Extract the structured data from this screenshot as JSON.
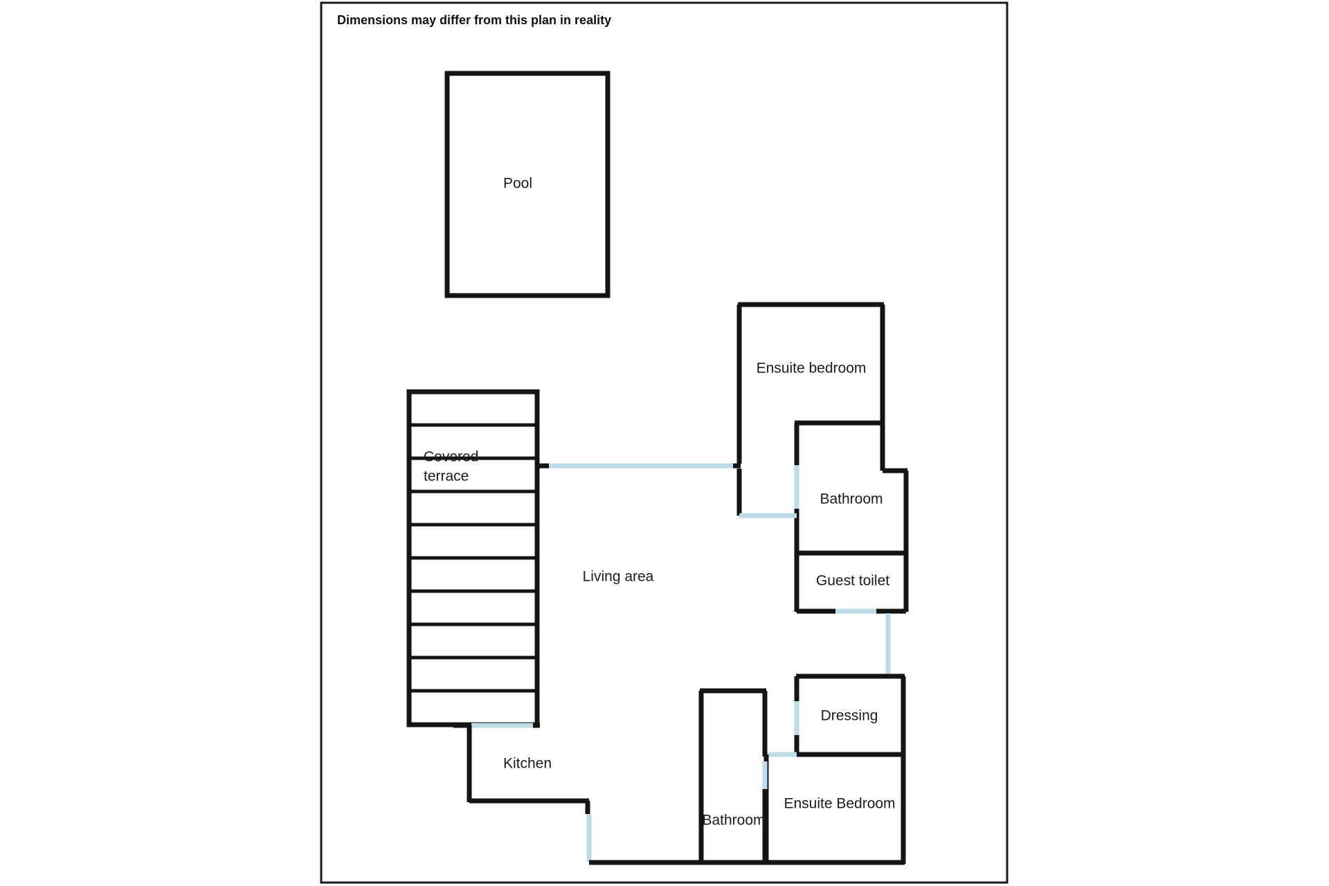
{
  "page": {
    "title_note": "Dimensions may differ from this plan in reality",
    "background_color": "#ffffff",
    "border_color": "#1a1a1a"
  },
  "legend": {
    "wall_color": "#141414",
    "door_color": "#bcdde7"
  },
  "rooms": [
    {
      "id": "pool",
      "label": "Pool"
    },
    {
      "id": "covered-terrace",
      "label_line1": "Covered",
      "label_line2": "terrace"
    },
    {
      "id": "living-area",
      "label": "Living area"
    },
    {
      "id": "kitchen",
      "label": "Kitchen"
    },
    {
      "id": "ensuite-bedroom-upper",
      "label": "Ensuite bedroom"
    },
    {
      "id": "bathroom-upper",
      "label": "Bathroom"
    },
    {
      "id": "guest-toilet",
      "label": "Guest toilet"
    },
    {
      "id": "dressing",
      "label": "Dressing"
    },
    {
      "id": "ensuite-bedroom-lower",
      "label": "Ensuite Bedroom"
    },
    {
      "id": "bathroom-lower",
      "label": "Bathroom"
    }
  ],
  "labels": {
    "pool": "Pool",
    "covered_terrace_line1": "Covered",
    "covered_terrace_line2": "terrace",
    "living_area": "Living area",
    "kitchen": "Kitchen",
    "ensuite_bedroom_upper": "Ensuite bedroom",
    "bathroom_upper": "Bathroom",
    "guest_toilet": "Guest toilet",
    "dressing": "Dressing",
    "ensuite_bedroom_lower": "Ensuite Bedroom",
    "bathroom_lower": "Bathroom"
  }
}
